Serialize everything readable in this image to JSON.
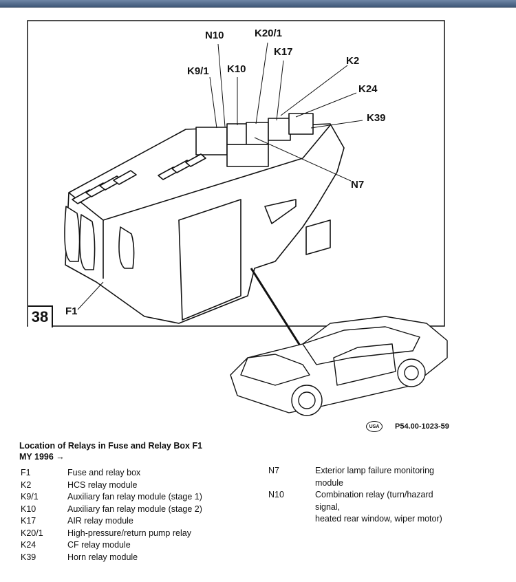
{
  "figure": {
    "number": "38",
    "code": "P54.00-1023-59",
    "usa_mark": "USA",
    "callouts": {
      "n10": "N10",
      "k20_1": "K20/1",
      "k17": "K17",
      "k9_1": "K9/1",
      "k10": "K10",
      "k2": "K2",
      "k24": "K24",
      "k39": "K39",
      "n7": "N7",
      "f1": "F1"
    }
  },
  "caption": {
    "title": "Location of Relays in Fuse and Relay Box F1",
    "subtitle": "MY 1996 →"
  },
  "legend_left": [
    {
      "code": "F1",
      "desc": "Fuse and relay box"
    },
    {
      "code": "K2",
      "desc": "HCS relay module"
    },
    {
      "code": "K9/1",
      "desc": "Auxiliary fan relay module (stage 1)"
    },
    {
      "code": "K10",
      "desc": "Auxiliary fan relay module (stage 2)"
    },
    {
      "code": "K17",
      "desc": "AIR relay module"
    },
    {
      "code": "K20/1",
      "desc": "High-pressure/return pump relay"
    },
    {
      "code": "K24",
      "desc": "CF relay module"
    },
    {
      "code": "K39",
      "desc": "Horn relay module"
    }
  ],
  "legend_right": [
    {
      "code": "N7",
      "desc_1": "Exterior lamp failure monitoring",
      "desc_2": "module"
    },
    {
      "code": "N10",
      "desc_1": "Combination relay (turn/hazard",
      "desc_2": "signal,",
      "desc_3": "heated rear window, wiper motor)"
    }
  ]
}
